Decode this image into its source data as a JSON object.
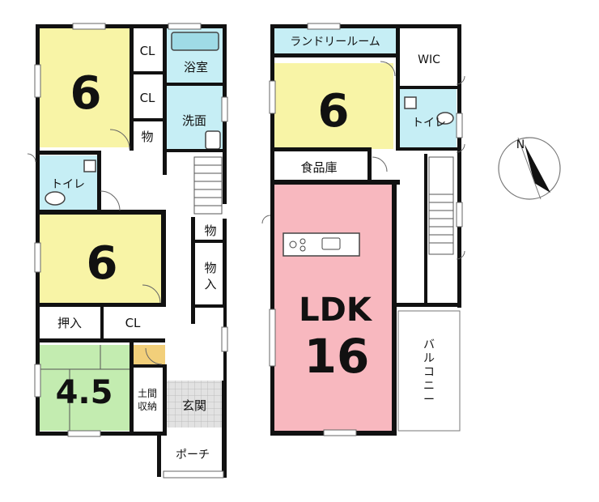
{
  "floor1": {
    "bedroom_top": "6",
    "cl_top": "CL",
    "cl_mid": "CL",
    "bath": "浴室",
    "wash": "洗面",
    "storage_small": "物",
    "toilet": "トイレ",
    "bedroom_mid": "6",
    "storage_stair": "物",
    "storage_in_1": "物",
    "storage_in_2": "入",
    "oshiire": "押入",
    "cl_bottom": "CL",
    "tatami": "4.5",
    "doma_1": "土間",
    "doma_2": "収納",
    "genkan": "玄関",
    "porch": "ポーチ"
  },
  "floor2": {
    "laundry": "ランドリールーム",
    "wic": "WIC",
    "bedroom": "6",
    "toilet": "トイレ",
    "pantry": "食品庫",
    "ldk_label": "LDK",
    "ldk_size": "16",
    "balcony": "バルコニー"
  },
  "compass": {
    "north": "N"
  },
  "colors": {
    "bedroom": "#f8f4a6",
    "wet_area": "#c6eef5",
    "tatami": "#c3ecb0",
    "ldk": "#f8b8bf",
    "wall": "#111111",
    "floor": "#ffffff",
    "tile": "#d4d4d4",
    "wood": "#f2cf7a"
  }
}
